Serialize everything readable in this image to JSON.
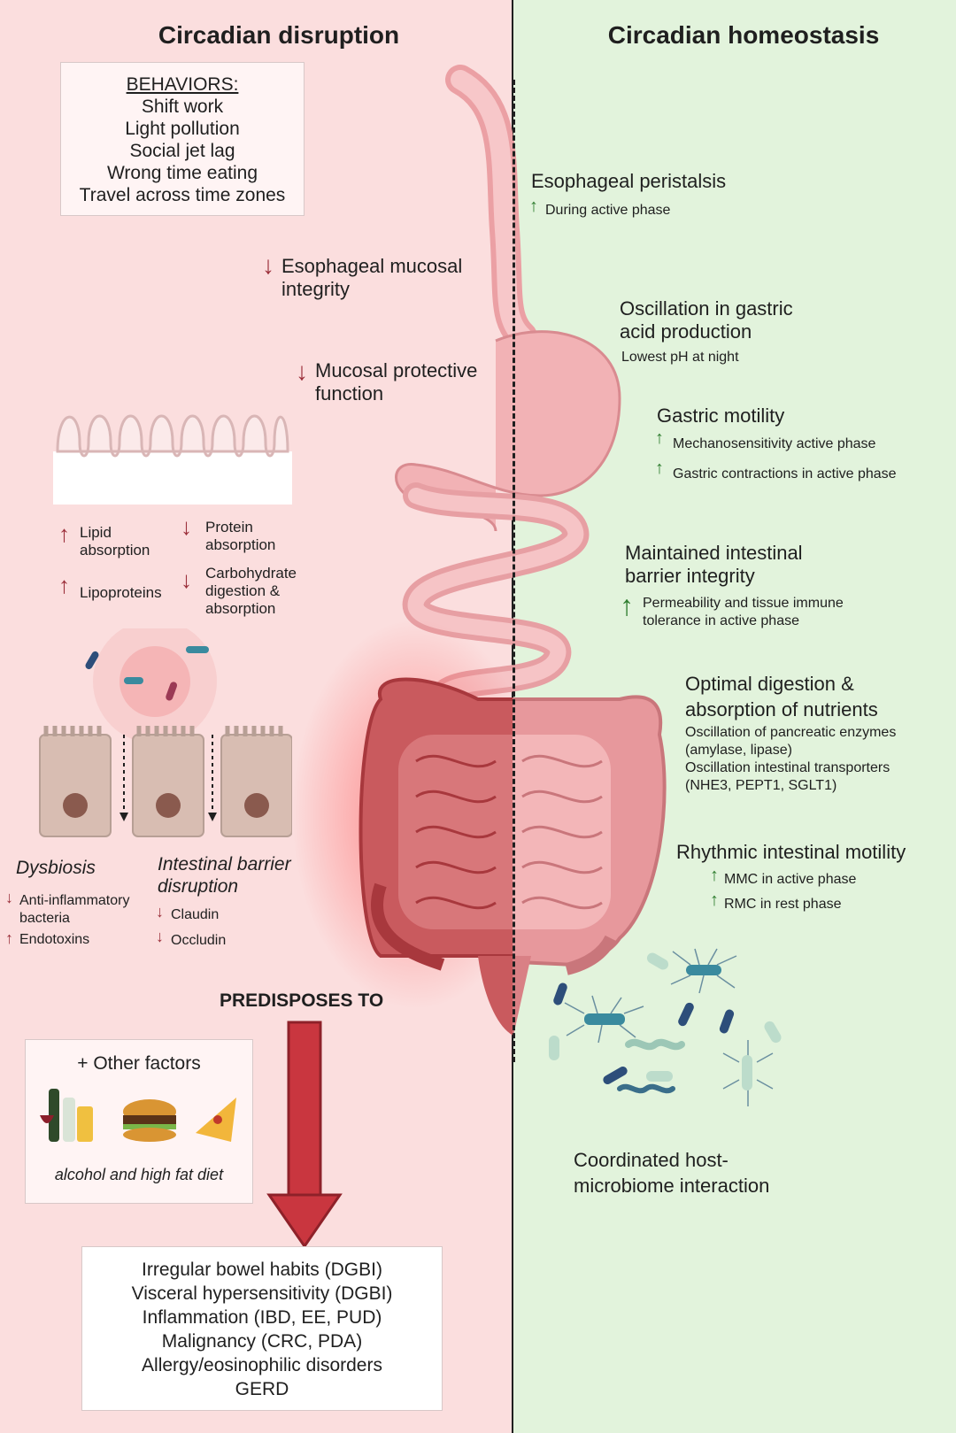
{
  "left": {
    "title": "Circadian disruption",
    "behaviors": {
      "heading": "BEHAVIORS:",
      "items": [
        "Shift work",
        "Light pollution",
        "Social jet lag",
        "Wrong time eating",
        "Travel across time zones"
      ]
    },
    "esophageal": [
      "Esophageal mucosal",
      "integrity"
    ],
    "mucosal": [
      "Mucosal protective",
      "function"
    ],
    "absorption": {
      "lipid": [
        "Lipid",
        "absorption"
      ],
      "lipoproteins": "Lipoproteins",
      "protein": [
        "Protein",
        "absorption"
      ],
      "carb": [
        "Carbohydrate",
        "digestion &",
        "absorption"
      ]
    },
    "dysbiosis": {
      "title": "Dysbiosis",
      "items": [
        "Anti-inflammatory",
        "bacteria",
        "Endotoxins"
      ]
    },
    "barrier": {
      "title": [
        "Intestinal barrier",
        "disruption"
      ],
      "items": [
        "Claudin",
        "Occludin"
      ]
    },
    "predisposes": "PREDISPOSES TO",
    "other_factors": {
      "title": "+ Other factors",
      "caption": "alcohol and high fat diet"
    },
    "outcomes": [
      "Irregular bowel habits (DGBI)",
      "Visceral hypersensitivity (DGBI)",
      "Inflammation (IBD, EE, PUD)",
      "Malignancy (CRC, PDA)",
      "Allergy/eosinophilic disorders",
      "GERD"
    ]
  },
  "right": {
    "title": "Circadian homeostasis",
    "esophageal": {
      "title": "Esophageal peristalsis",
      "sub": "During active phase"
    },
    "gastric_acid": {
      "title": [
        "Oscillation in gastric",
        "acid production"
      ],
      "sub": "Lowest pH at night"
    },
    "gastric_motility": {
      "title": "Gastric motility",
      "items": [
        "Mechanosensitivity active phase",
        "Gastric contractions in active phase"
      ]
    },
    "barrier": {
      "title": [
        "Maintained intestinal",
        "barrier integrity"
      ],
      "sub": [
        "Permeability and tissue immune",
        "tolerance in active phase"
      ]
    },
    "digestion": {
      "title": [
        "Optimal digestion &",
        "absorption of nutrients"
      ],
      "sub": [
        "Oscillation of pancreatic enzymes",
        "(amylase, lipase)",
        "Oscillation intestinal transporters",
        "(NHE3, PEPT1, SGLT1)"
      ]
    },
    "motility": {
      "title": "Rhythmic intestinal motility",
      "items": [
        "MMC in active phase",
        "RMC in rest phase"
      ]
    },
    "microbiome": [
      "Coordinated host-",
      "microbiome interaction"
    ]
  },
  "colors": {
    "left_bg": "#fbdede",
    "right_bg": "#e2f3dc",
    "red_arrow": "#c9363f",
    "green_arrow": "#2f7d2f"
  }
}
